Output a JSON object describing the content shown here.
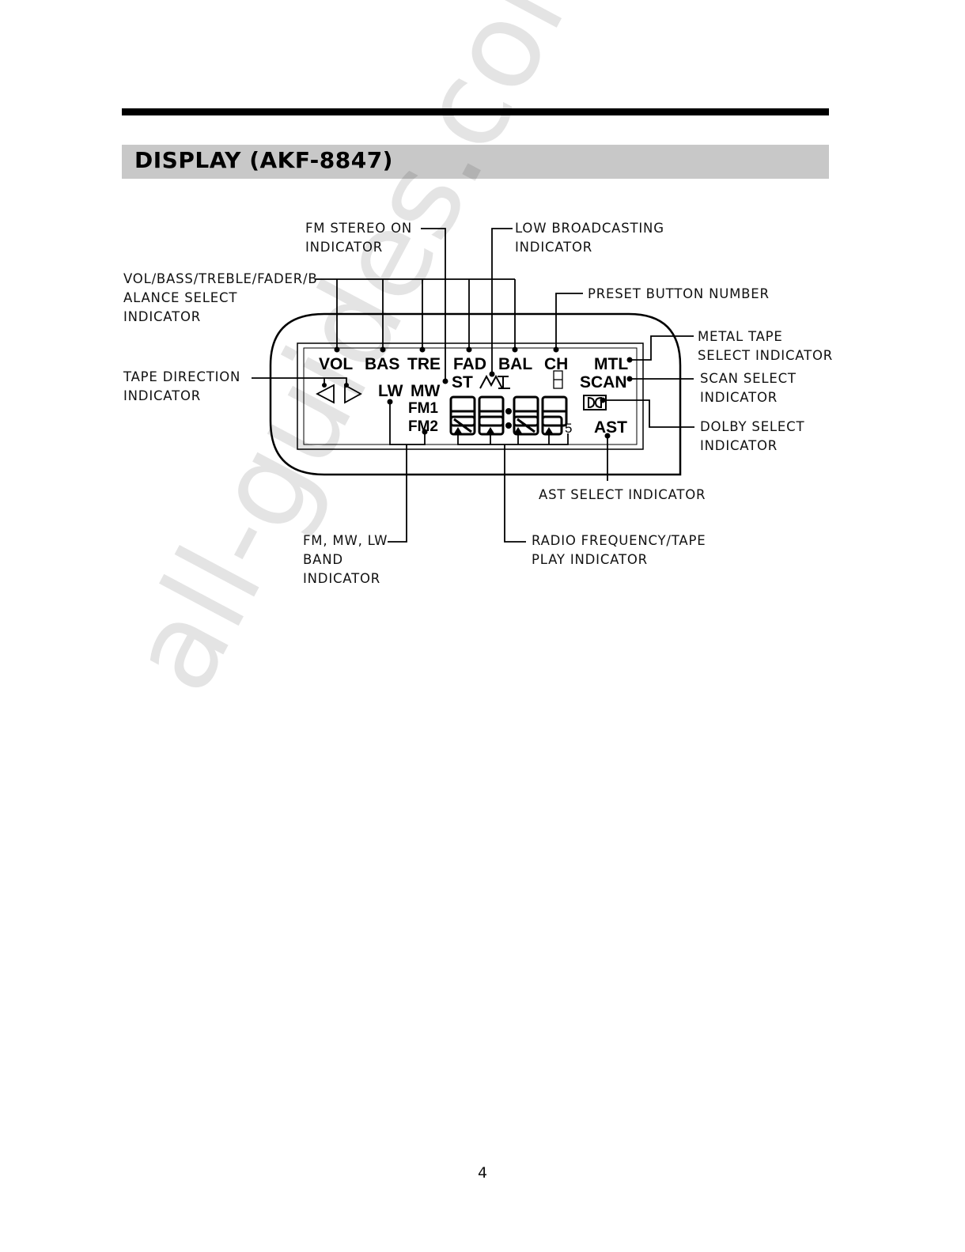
{
  "title": "DISPLAY (AKF-8847)",
  "labels": {
    "fm_stereo_1": "FM STEREO ON",
    "fm_stereo_2": "INDICATOR",
    "low_bc_1": "LOW BROADCASTING",
    "low_bc_2": "INDICATOR",
    "vol_1": "VOL/BASS/TREBLE/FADER/B",
    "vol_2": "ALANCE SELECT",
    "vol_3": "INDICATOR",
    "preset": "PRESET BUTTON NUMBER",
    "metal_1": "METAL TAPE",
    "metal_2": "SELECT INDICATOR",
    "tape_dir_1": "TAPE DIRECTION",
    "tape_dir_2": "INDICATOR",
    "scan_1": "SCAN SELECT",
    "scan_2": "INDICATOR",
    "dolby_1": "DOLBY SELECT",
    "dolby_2": "INDICATOR",
    "ast": "AST SELECT INDICATOR",
    "band_1": "FM, MW, LW",
    "band_2": "BAND",
    "band_3": "INDICATOR",
    "radio_1": "RADIO FREQUENCY/TAPE",
    "radio_2": "PLAY INDICATOR"
  },
  "lcd": {
    "vol": "VOL",
    "bas": "BAS",
    "tre": "TRE",
    "fad": "FAD",
    "bal": "BAL",
    "ch": "CH",
    "mtl": "MTL",
    "st": "ST",
    "lw": "LW",
    "mw": "MW",
    "fm1": "FM1",
    "fm2": "FM2",
    "scan": "SCAN",
    "ast": "AST",
    "preset_digit": "8",
    "small_5": "5"
  },
  "watermark": "all-guides.com",
  "page_number": "4"
}
